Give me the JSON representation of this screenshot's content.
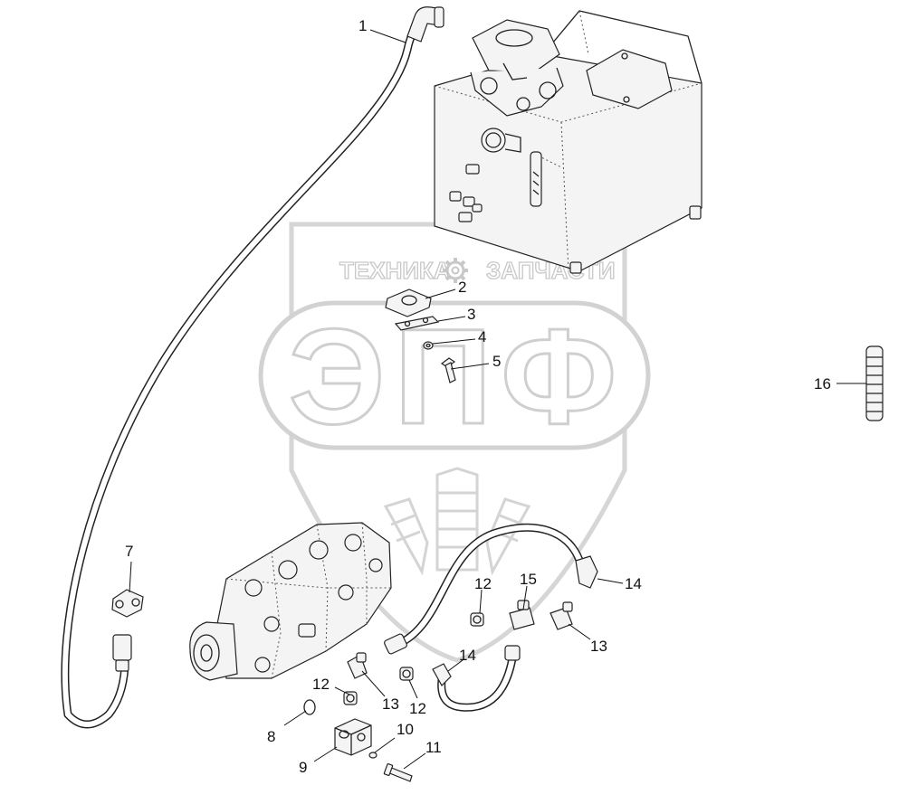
{
  "watermark": {
    "top_left": "ТЕХНИКА",
    "top_right": "ЗАПЧАСТИ",
    "logo": "ЭПФ",
    "gear_icon": "gear-icon",
    "wheat_icon": "wheat-icon"
  },
  "callouts": [
    {
      "id": "c1",
      "label": "1"
    },
    {
      "id": "c2",
      "label": "2"
    },
    {
      "id": "c3",
      "label": "3"
    },
    {
      "id": "c4",
      "label": "4"
    },
    {
      "id": "c5",
      "label": "5"
    },
    {
      "id": "c7",
      "label": "7"
    },
    {
      "id": "c8",
      "label": "8"
    },
    {
      "id": "c9",
      "label": "9"
    },
    {
      "id": "c10",
      "label": "10"
    },
    {
      "id": "c11",
      "label": "11"
    },
    {
      "id": "c12a",
      "label": "12"
    },
    {
      "id": "c12b",
      "label": "12"
    },
    {
      "id": "c12c",
      "label": "12"
    },
    {
      "id": "c13a",
      "label": "13"
    },
    {
      "id": "c13b",
      "label": "13"
    },
    {
      "id": "c14a",
      "label": "14"
    },
    {
      "id": "c14b",
      "label": "14"
    },
    {
      "id": "c15",
      "label": "15"
    },
    {
      "id": "c16",
      "label": "16"
    }
  ]
}
